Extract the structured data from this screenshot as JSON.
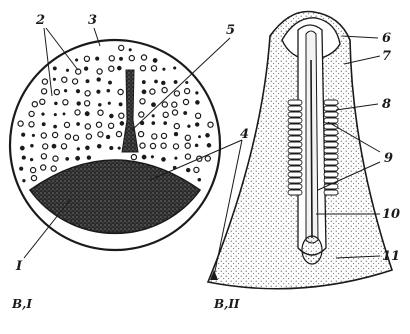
{
  "figure": {
    "labels": {
      "n1": "I",
      "n2": "2",
      "n3": "3",
      "n4": "4",
      "n5": "5",
      "n6": "6",
      "n7": "7",
      "n8": "8",
      "n9": "9",
      "n10": "10",
      "n11": "11"
    },
    "captions": {
      "left": "B,I",
      "right": "B,II"
    },
    "colors": {
      "ink": "#1a1a1a",
      "paper": "#ffffff",
      "yolk": "#3a3a3a"
    }
  }
}
